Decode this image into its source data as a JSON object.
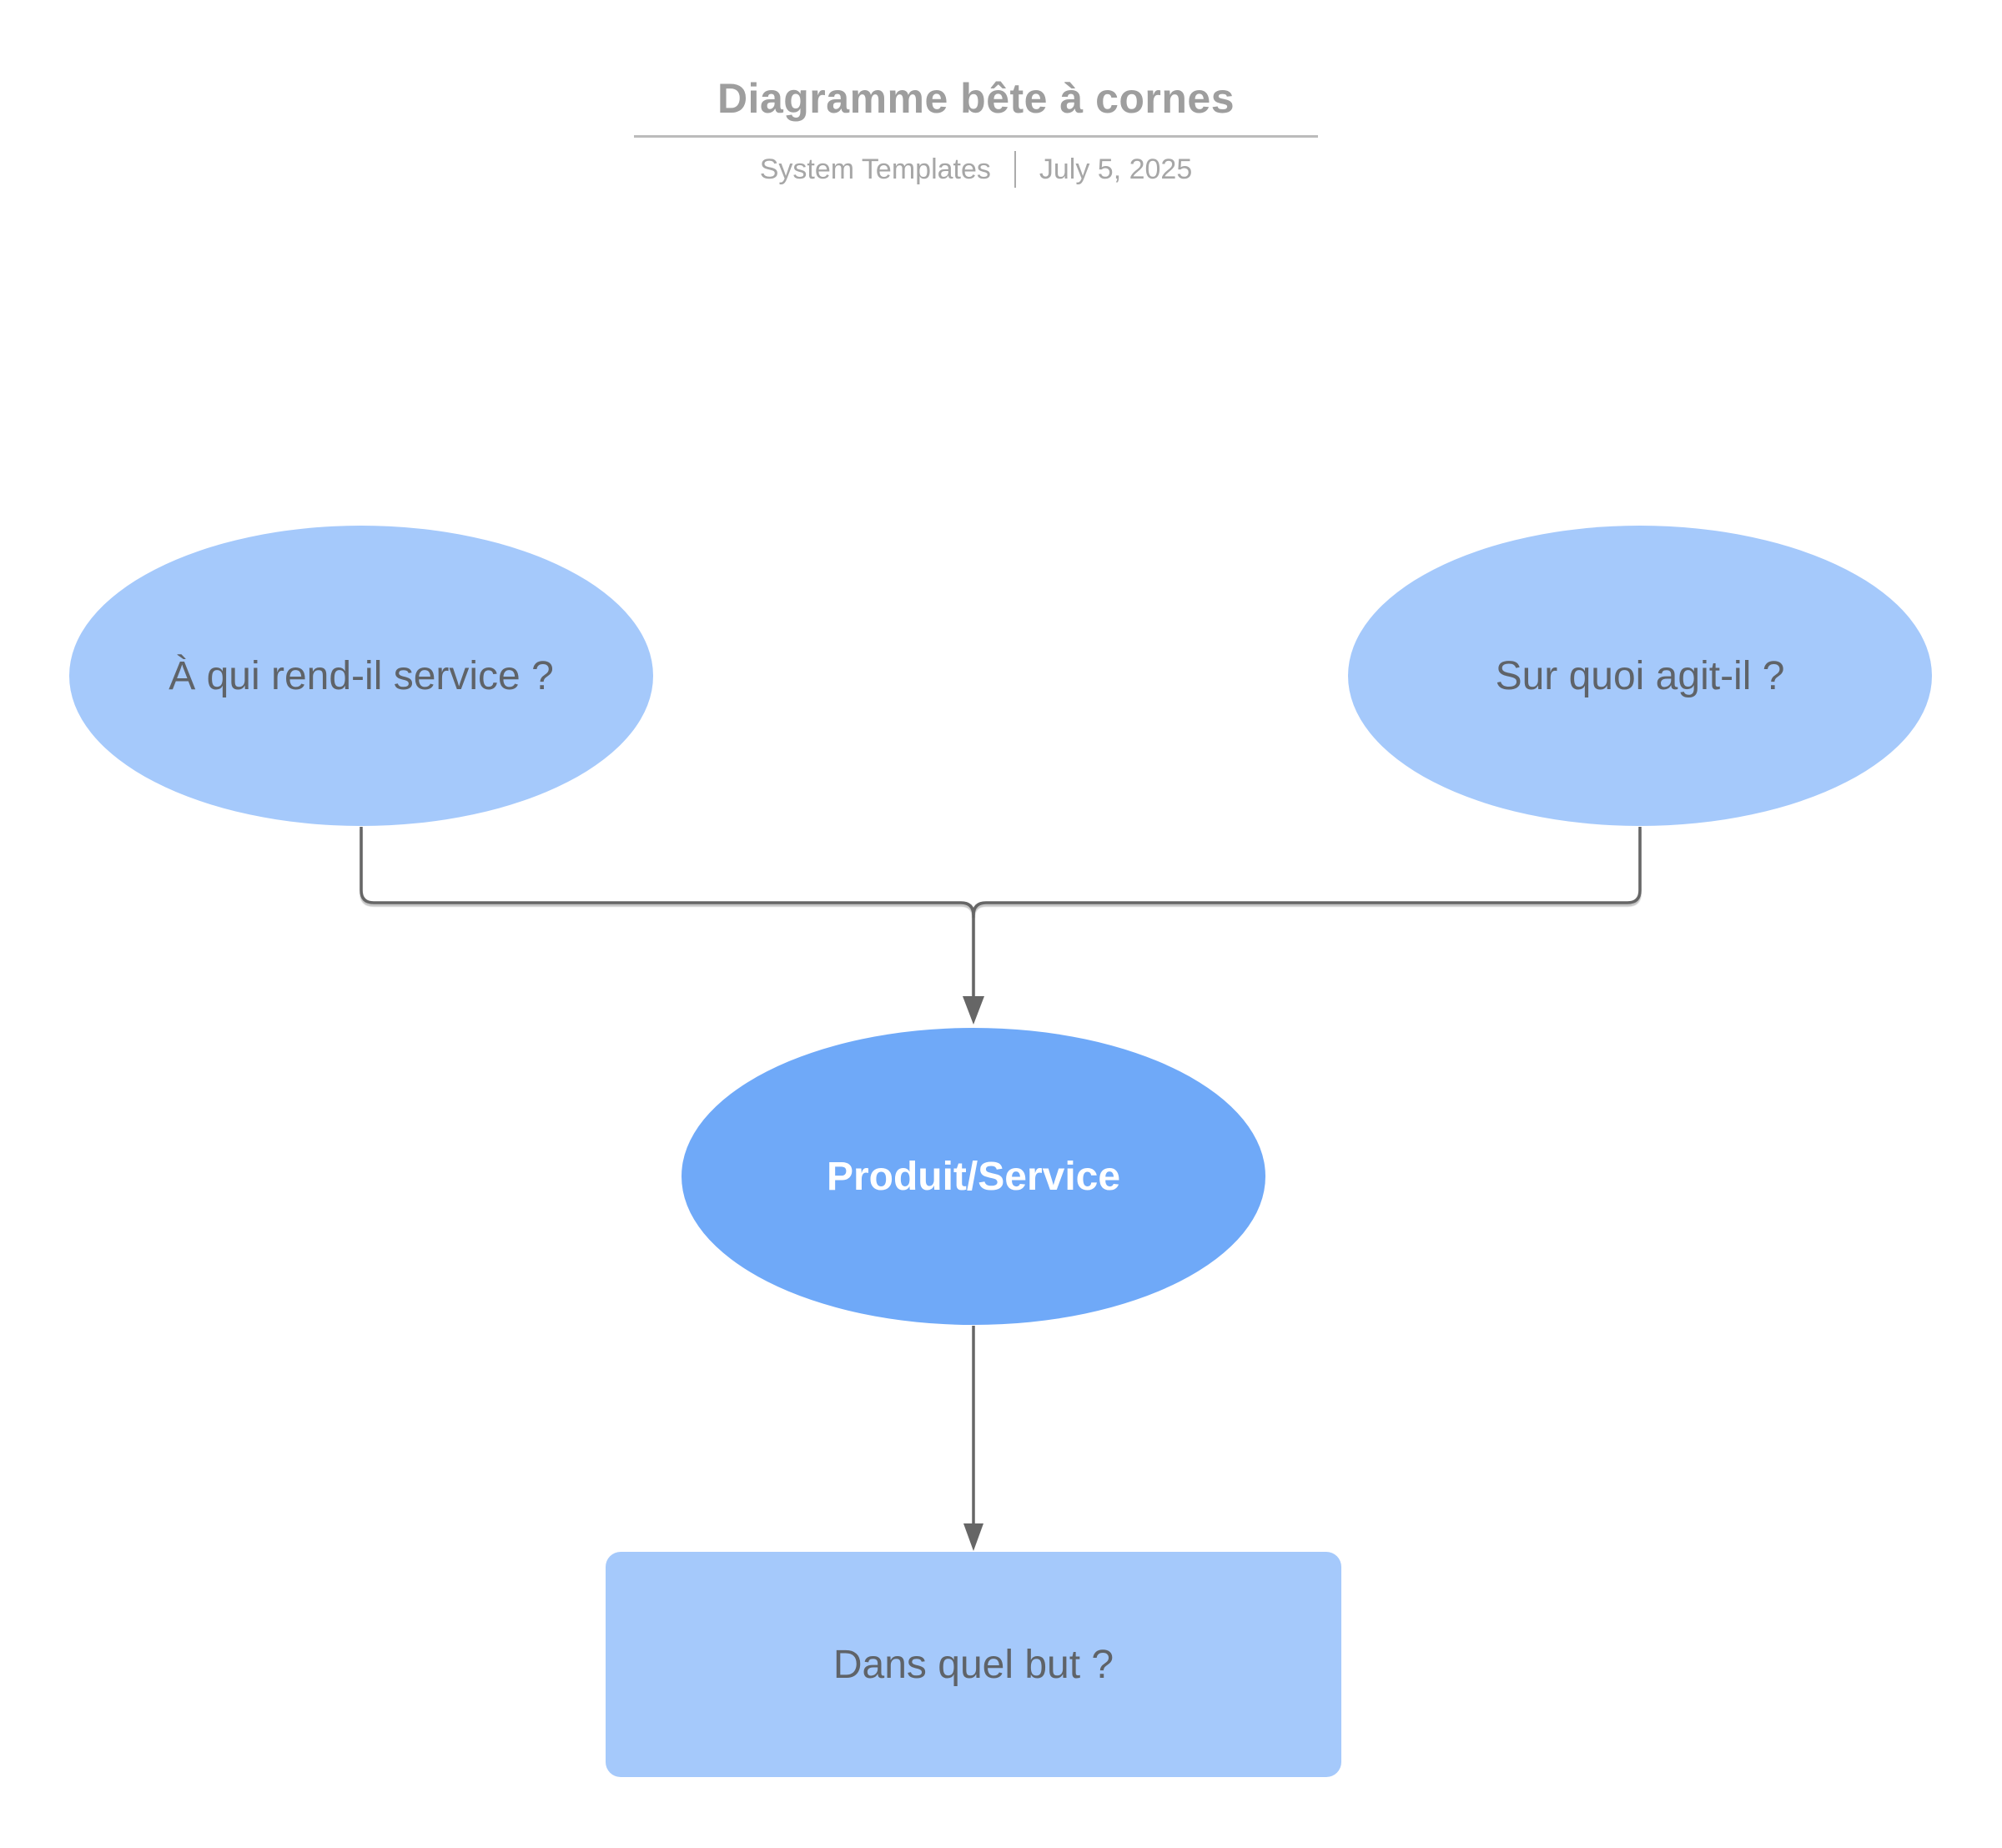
{
  "header": {
    "title": "Diagramme bête à cornes",
    "source": "System Templates",
    "separator": "|",
    "date": "July 5, 2025"
  },
  "diagram": {
    "type": "bete-a-cornes",
    "nodes": [
      {
        "id": "who",
        "shape": "ellipse",
        "label": "À qui rend-il service ?",
        "fill": "#a5c9fb"
      },
      {
        "id": "what",
        "shape": "ellipse",
        "label": "Sur quoi agit-il ?",
        "fill": "#a5c9fb"
      },
      {
        "id": "product",
        "shape": "ellipse",
        "label": "Produit/Service",
        "fill": "#6fa9f8"
      },
      {
        "id": "goal",
        "shape": "rounded-rect",
        "label": "Dans quel but ?",
        "fill": "#a5c9fb"
      }
    ],
    "edges": [
      {
        "from": "who",
        "to": "product",
        "style": "elbow-merge-arrow"
      },
      {
        "from": "what",
        "to": "product",
        "style": "elbow-merge-arrow"
      },
      {
        "from": "product",
        "to": "goal",
        "style": "straight-arrow"
      }
    ],
    "colors": {
      "node_light": "#a5c9fb",
      "node_accent": "#6fa9f8",
      "connector": "#666666",
      "label_text": "#5f6368",
      "title_text": "#9e9e9e",
      "subtitle_text": "#a6a6a6"
    }
  }
}
